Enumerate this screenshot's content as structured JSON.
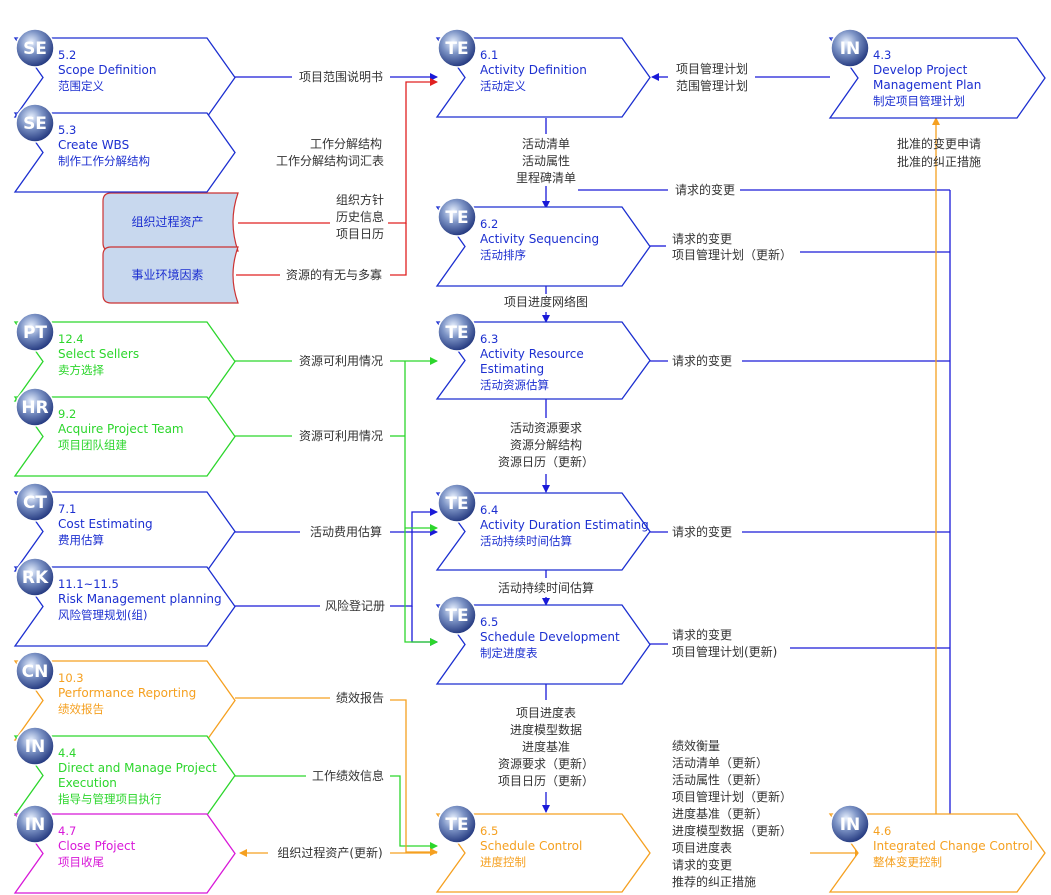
{
  "colors": {
    "blue": "#1c2fd0",
    "blue_line": "#1a1ad8",
    "green": "#2cd62c",
    "orange": "#f5a020",
    "magenta": "#d818d8",
    "red": "#e02020",
    "asset_fill": "#c8d8ee",
    "asset_border": "#cc3333",
    "text_dark": "#333333"
  },
  "processes": [
    {
      "key": "p52",
      "badge": "SE",
      "num": "5.2",
      "en1": "Scope Definition",
      "en2": "",
      "cn": "范围定义",
      "color": "blue"
    },
    {
      "key": "p53",
      "badge": "SE",
      "num": "5.3",
      "en1": "Create WBS",
      "en2": "",
      "cn": "制作工作分解结构",
      "color": "blue"
    },
    {
      "key": "p124",
      "badge": "PT",
      "num": "12.4",
      "en1": "Select Sellers",
      "en2": "",
      "cn": "卖方选择",
      "color": "green"
    },
    {
      "key": "p92",
      "badge": "HR",
      "num": "9.2",
      "en1": "Acquire Project Team",
      "en2": "",
      "cn": "项目团队组建",
      "color": "green"
    },
    {
      "key": "p71",
      "badge": "CT",
      "num": "7.1",
      "en1": "Cost Estimating",
      "en2": "",
      "cn": "费用估算",
      "color": "blue"
    },
    {
      "key": "p111",
      "badge": "RK",
      "num": "11.1~11.5",
      "en1": "Risk Management planning",
      "en2": "",
      "cn": "风险管理规划(组)",
      "color": "blue"
    },
    {
      "key": "p103",
      "badge": "CN",
      "num": "10.3",
      "en1": "Performance Reporting",
      "en2": "",
      "cn": "绩效报告",
      "color": "orange"
    },
    {
      "key": "p44",
      "badge": "IN",
      "num": "4.4",
      "en1": "Direct and Manage Project",
      "en2": "Execution",
      "cn": "指导与管理项目执行",
      "color": "green"
    },
    {
      "key": "p47",
      "badge": "IN",
      "num": "4.7",
      "en1": "Close Pfoject",
      "en2": "",
      "cn": "项目收尾",
      "color": "magenta"
    },
    {
      "key": "p61",
      "badge": "TE",
      "num": "6.1",
      "en1": "Activity Definition",
      "en2": "",
      "cn": "活动定义",
      "color": "blue"
    },
    {
      "key": "p62",
      "badge": "TE",
      "num": "6.2",
      "en1": "Activity Sequencing",
      "en2": "",
      "cn": "活动排序",
      "color": "blue"
    },
    {
      "key": "p63",
      "badge": "TE",
      "num": "6.3",
      "en1": "Activity Resource",
      "en2": "Estimating",
      "cn": "活动资源估算",
      "color": "blue"
    },
    {
      "key": "p64",
      "badge": "TE",
      "num": "6.4",
      "en1": "Activity Duration Estimating",
      "en2": "",
      "cn": "活动持续时间估算",
      "color": "blue"
    },
    {
      "key": "p65",
      "badge": "TE",
      "num": "6.5",
      "en1": "Schedule Development",
      "en2": "",
      "cn": "制定进度表",
      "color": "blue"
    },
    {
      "key": "p65c",
      "badge": "TE",
      "num": "6.5",
      "en1": "Schedule Control",
      "en2": "",
      "cn": "进度控制",
      "color": "orange"
    },
    {
      "key": "p43",
      "badge": "IN",
      "num": "4.3",
      "en1": "Develop Project",
      "en2": "Management Plan",
      "cn": "制定项目管理计划",
      "color": "blue"
    },
    {
      "key": "p46",
      "badge": "IN",
      "num": "4.6",
      "en1": "Integrated Change Control",
      "en2": "",
      "cn": "整体变更控制",
      "color": "orange"
    }
  ],
  "assets": [
    {
      "key": "opa",
      "label": "组织过程资产"
    },
    {
      "key": "eef",
      "label": "事业环境因素"
    }
  ],
  "labels": {
    "scope_statement": "项目范围说明书",
    "wbs_line1": "工作分解结构",
    "wbs_line2": "工作分解结构词汇表",
    "opa_line1": "组织方针",
    "opa_line2": "历史信息",
    "opa_line3": "项目日历",
    "eef_line": "资源的有无与多寡",
    "pm_plan": "项目管理计划",
    "scope_plan": "范围管理计划",
    "approved_change": "批准的变更申请",
    "approved_corrective": "批准的纠正措施",
    "p61_out1": "活动清单",
    "p61_out2": "活动属性",
    "p61_out3": "里程碑清单",
    "change_req": "请求的变更",
    "change_req_62": "请求的变更",
    "pm_plan_update": "项目管理计划（更新）",
    "network": "项目进度网络图",
    "resource_avail_1": "资源可利用情况",
    "change_req_63": "请求的变更",
    "resource_avail_2": "资源可利用情况",
    "p63_out1": "活动资源要求",
    "p63_out2": "资源分解结构",
    "p63_out3": "资源日历（更新）",
    "cost_est": "活动费用估算",
    "change_req_64": "请求的变更",
    "duration_est": "活动持续时间估算",
    "risk_register": "风险登记册",
    "change_req_65": "请求的变更",
    "pm_plan_update_65": "项目管理计划(更新)",
    "perf_report": "绩效报告",
    "p65_out1": "项目进度表",
    "p65_out2": "进度模型数据",
    "p65_out3": "进度基准",
    "p65_out4": "资源要求（更新）",
    "p65_out5": "项目日历（更新）",
    "work_perf": "工作绩效信息",
    "opa_update": "组织过程资产(更新)",
    "out_1": "绩效衡量",
    "out_2": "活动清单（更新）",
    "out_3": "活动属性（更新）",
    "out_4": "项目管理计划（更新）",
    "out_5": "进度基准（更新）",
    "out_6": "进度模型数据（更新）",
    "out_7": "项目进度表",
    "out_8": "请求的变更",
    "out_9": "推荐的纠正措施"
  }
}
